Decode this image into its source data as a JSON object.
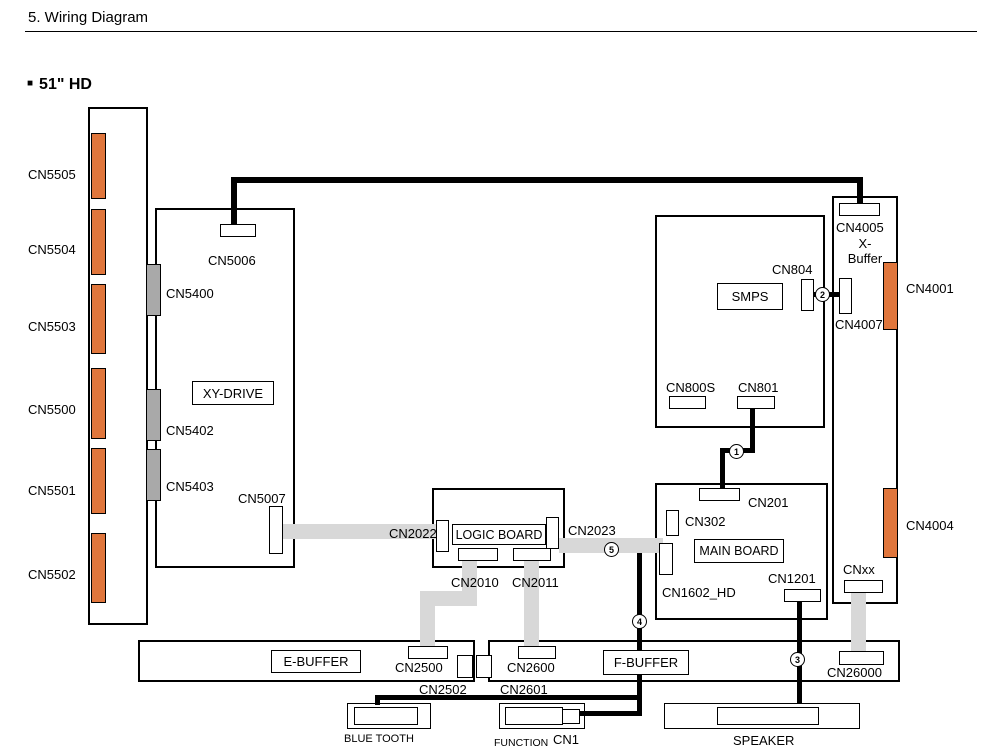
{
  "page": {
    "title": "5.  Wiring Diagram",
    "model_bullet": "■",
    "model": "51\" HD"
  },
  "panel": {
    "cn5505": "CN5505",
    "cn5504": "CN5504",
    "cn5503": "CN5503",
    "cn5500": "CN5500",
    "cn5501": "CN5501",
    "cn5502": "CN5502"
  },
  "xy": {
    "name": "XY-DRIVE",
    "cn5006": "CN5006",
    "cn5400": "CN5400",
    "cn5402": "CN5402",
    "cn5403": "CN5403",
    "cn5007": "CN5007"
  },
  "logic": {
    "name": "LOGIC BOARD",
    "cn2022": "CN2022",
    "cn2023": "CN2023",
    "cn2010": "CN2010",
    "cn2011": "CN2011"
  },
  "smps": {
    "name": "SMPS",
    "cn804": "CN804",
    "cn800s": "CN800S",
    "cn801": "CN801"
  },
  "main": {
    "name": "MAIN BOARD",
    "cn201": "CN201",
    "cn302": "CN302",
    "cn1602": "CN1602_HD",
    "cn1201": "CN1201"
  },
  "xbuf": {
    "name1": "X-",
    "name2": "Buffer",
    "cn4005": "CN4005",
    "cn4007": "CN4007",
    "cn4001": "CN4001",
    "cn4004": "CN4004",
    "cnxx": "CNxx"
  },
  "ebuf": {
    "name": "E-BUFFER",
    "cn2500": "CN2500",
    "cn2502": "CN2502"
  },
  "fbuf": {
    "name": "F-BUFFER",
    "cn2600": "CN2600",
    "cn2601": "CN2601",
    "cn26000": "CN26000"
  },
  "bottom": {
    "blue_tooth": "BLUE TOOTH",
    "function": "FUNCTION",
    "cn1": "CN1",
    "speaker": "SPEAKER"
  },
  "callouts": {
    "c1": "1",
    "c2": "2",
    "c3": "3",
    "c4": "4",
    "c5": "5"
  },
  "colors": {
    "connector_orange": "#e0763c",
    "connector_gray": "#a9a9a9",
    "ribbon_gray": "#d8d8d8",
    "cable_black": "#000000"
  }
}
